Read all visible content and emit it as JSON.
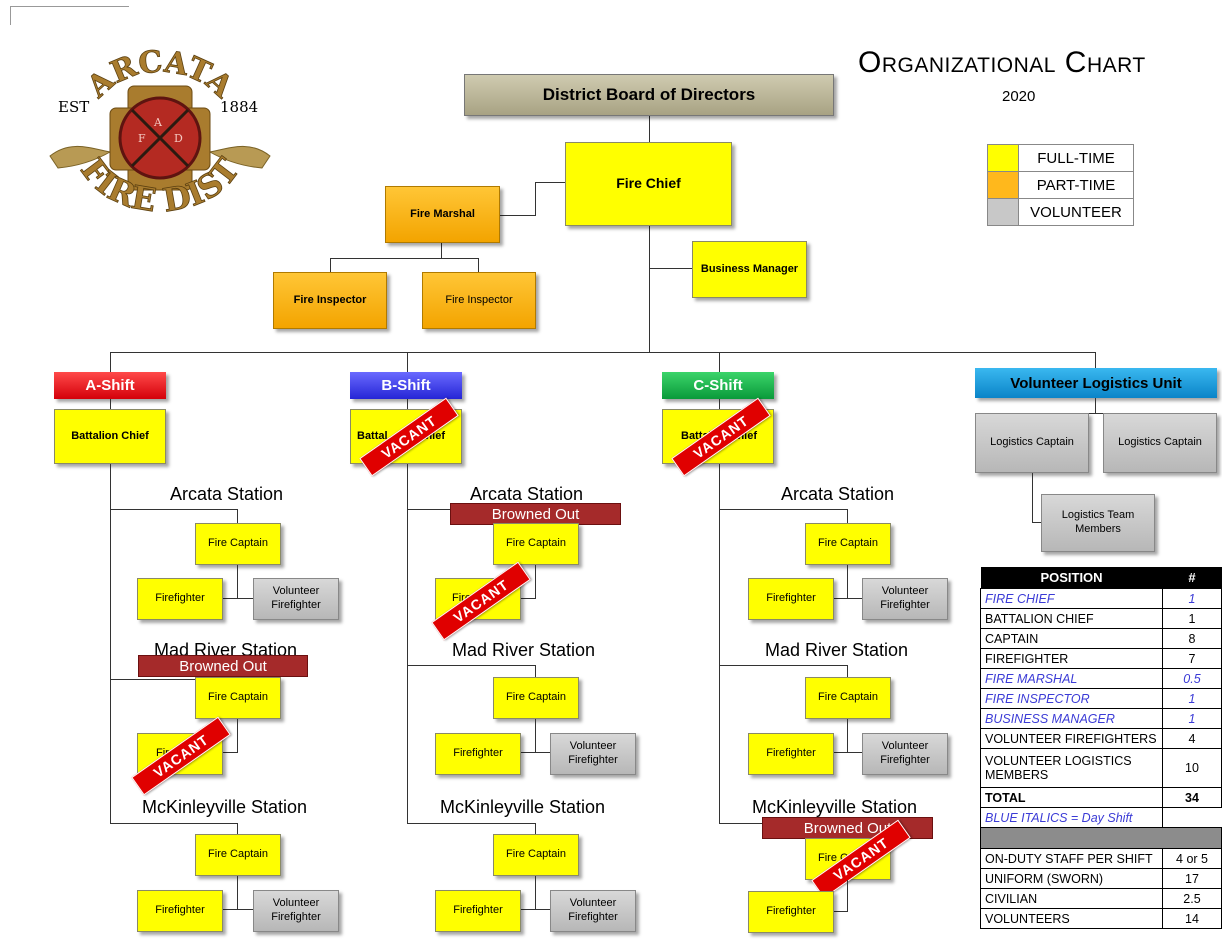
{
  "title": "Organizational Chart",
  "year": "2020",
  "logo": {
    "top": "ARCATA",
    "bottom": "FIRE DIST",
    "est": "EST",
    "year": "1884",
    "letters": [
      "A",
      "F",
      "D"
    ]
  },
  "legend": [
    {
      "label": "FULL-TIME",
      "color": "#ffff00"
    },
    {
      "label": "PART-TIME",
      "color": "#ffb81c"
    },
    {
      "label": "VOLUNTEER",
      "color": "#c8c8c8"
    }
  ],
  "board": "District Board of Directors",
  "chief": "Fire Chief",
  "marshal": "Fire Marshal",
  "inspector1": "Fire Inspector",
  "inspector2": "Fire Inspector",
  "business_manager": "Business Manager",
  "shifts": [
    {
      "name": "A-Shift",
      "color": "#e8131b"
    },
    {
      "name": "B-Shift",
      "color": "#3b3bf0"
    },
    {
      "name": "C-Shift",
      "color": "#12b54a"
    }
  ],
  "logistics_unit": {
    "name": "Volunteer Logistics Unit",
    "color": "#1e9fe0"
  },
  "logistics_captain": "Logistics Captain",
  "logistics_team": "Logistics Team Members",
  "battalion_chief": "Battalion Chief",
  "battalion_chief_partial": "Battal",
  "battalion_chief_partial2": "hief",
  "stations": [
    "Arcata Station",
    "Mad River Station",
    "McKinleyville Station"
  ],
  "fire_captain": "Fire Captain",
  "firefighter": "Firefighter",
  "volunteer_firefighter": "Volunteer Firefighter",
  "browned_out": "Browned Out",
  "vacant": "VACANT",
  "fire_partial": "Fire",
  "fire_captain_partial": "Fire C",
  "positions_table": {
    "header": [
      "POSITION",
      "#"
    ],
    "rows": [
      {
        "position": "FIRE CHIEF",
        "count": "1",
        "day_shift": true
      },
      {
        "position": "BATTALION CHIEF",
        "count": "1",
        "day_shift": false
      },
      {
        "position": "CAPTAIN",
        "count": "8",
        "day_shift": false
      },
      {
        "position": "FIREFIGHTER",
        "count": "7",
        "day_shift": false
      },
      {
        "position": "FIRE MARSHAL",
        "count": "0.5",
        "day_shift": true
      },
      {
        "position": "FIRE INSPECTOR",
        "count": "1",
        "day_shift": true
      },
      {
        "position": "BUSINESS MANAGER",
        "count": "1",
        "day_shift": true
      },
      {
        "position": "VOLUNTEER FIREFIGHTERS",
        "count": "4",
        "day_shift": false
      },
      {
        "position": "VOLUNTEER LOGISTICS MEMBERS",
        "count": "10",
        "day_shift": false
      }
    ],
    "total_label": "TOTAL",
    "total": "34",
    "note": "BLUE ITALICS = Day Shift",
    "summary": [
      {
        "label": "ON-DUTY STAFF PER SHIFT",
        "value": "4 or 5"
      },
      {
        "label": "UNIFORM (SWORN)",
        "value": "17"
      },
      {
        "label": "CIVILIAN",
        "value": "2.5"
      },
      {
        "label": "VOLUNTEERS",
        "value": "14"
      }
    ]
  }
}
